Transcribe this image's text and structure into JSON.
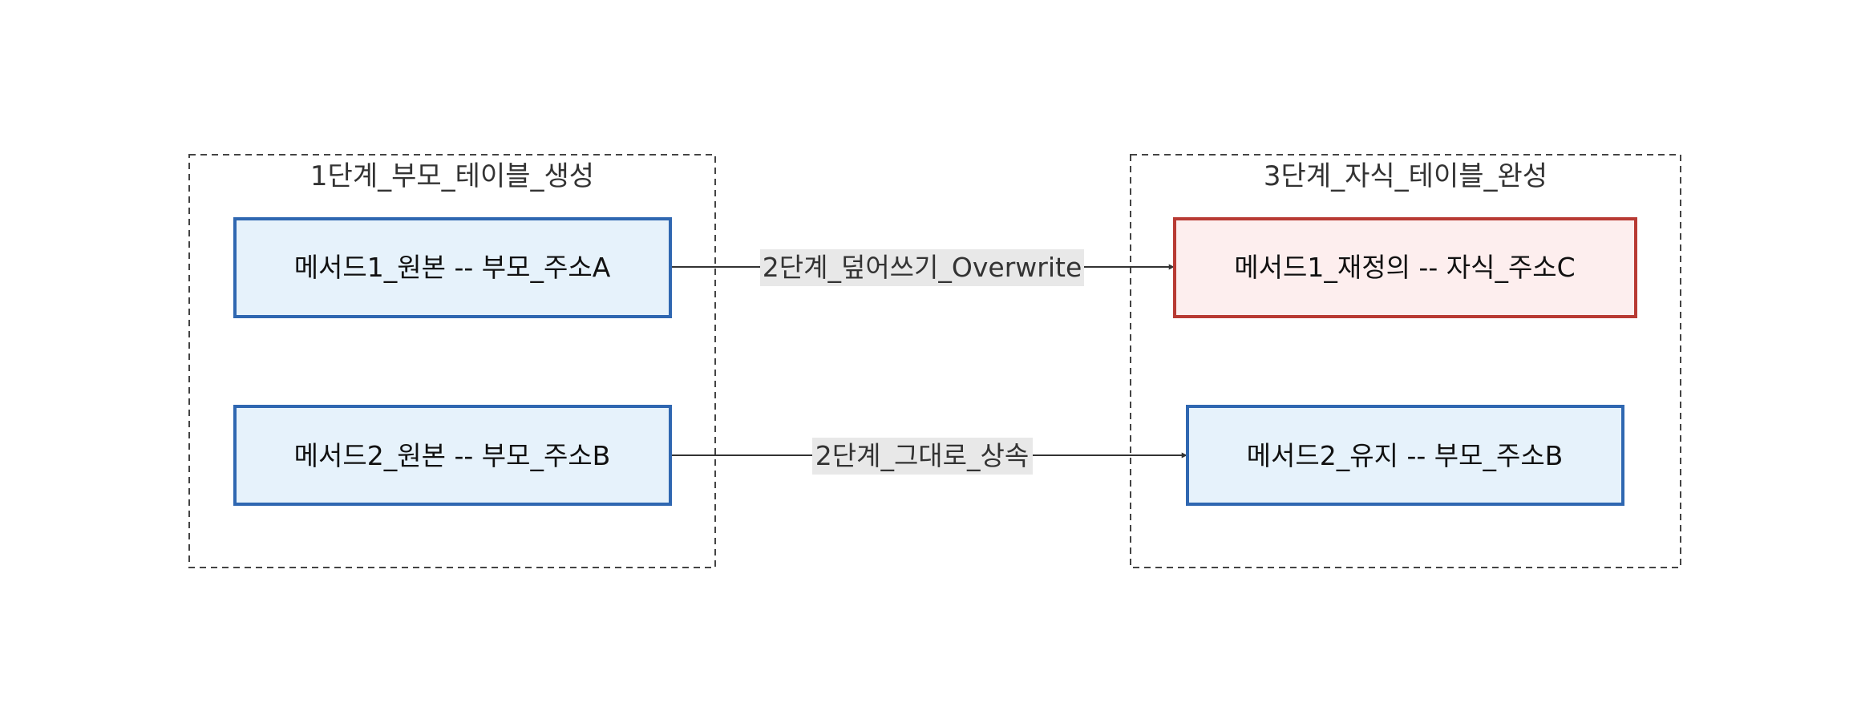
{
  "clusters": [
    {
      "id": "stage1",
      "title": "1단계_부모_테이블_생성"
    },
    {
      "id": "stage3",
      "title": "3단계_자식_테이블_완성"
    }
  ],
  "nodes": {
    "parent_method1": {
      "label": "메서드1_원본 -- 부모_주소A",
      "fill": "#e6f2fb",
      "stroke": "#2f67b1"
    },
    "parent_method2": {
      "label": "메서드2_원본 -- 부모_주소B",
      "fill": "#e6f2fb",
      "stroke": "#2f67b1"
    },
    "child_method1": {
      "label": "메서드1_재정의 -- 자식_주소C",
      "fill": "#fdeeee",
      "stroke": "#b83a33"
    },
    "child_method2": {
      "label": "메서드2_유지 -- 부모_주소B",
      "fill": "#e6f2fb",
      "stroke": "#2f67b1"
    }
  },
  "edges": [
    {
      "from": "parent_method1",
      "to": "child_method1",
      "label": "2단계_덮어쓰기_Overwrite"
    },
    {
      "from": "parent_method2",
      "to": "child_method2",
      "label": "2단계_그대로_상속"
    }
  ],
  "colors": {
    "cluster_border": "#444444",
    "edge_line": "#333333",
    "edge_label_bg": "#e8e8e8"
  }
}
